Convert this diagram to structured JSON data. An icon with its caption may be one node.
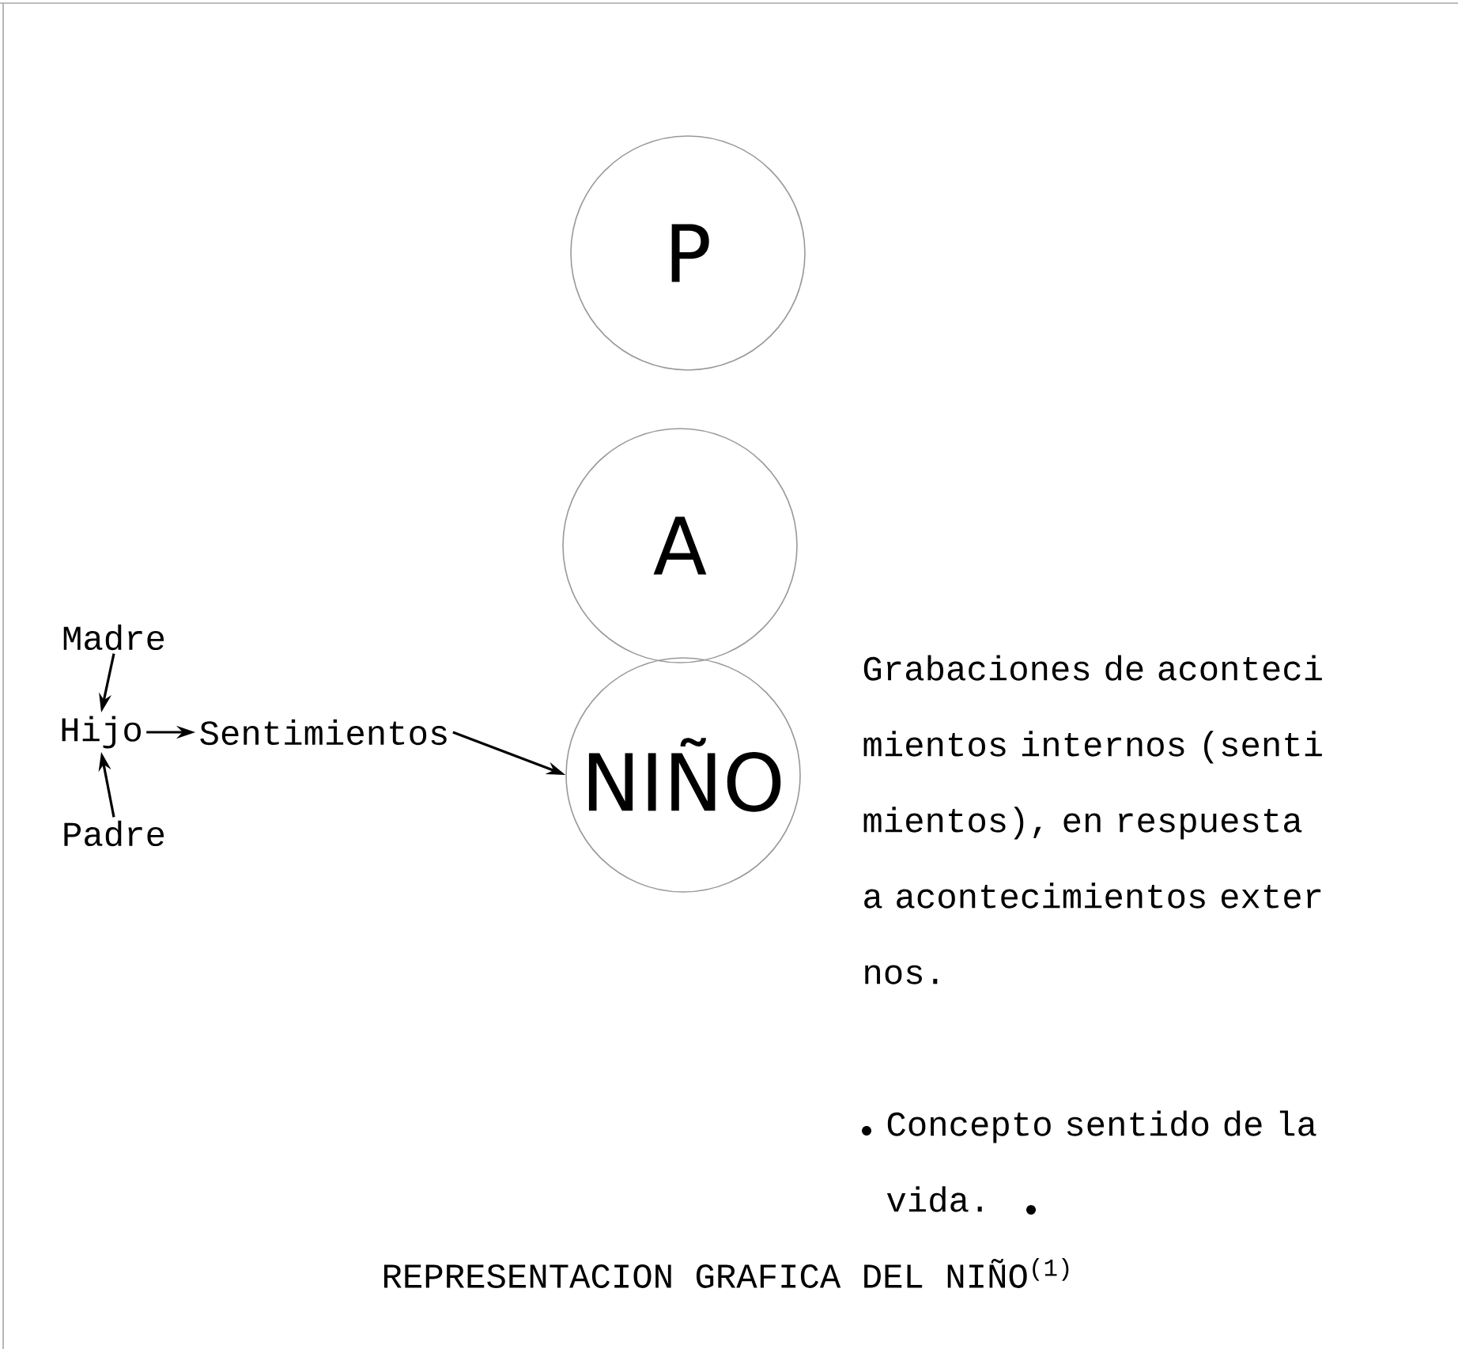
{
  "diagram": {
    "caption": "REPRESENTACION GRAFICA DEL NIÑO$^{(1)}$",
    "nodes": [
      {
        "text": [
          "P"
        ]
      },
      {
        "text": [
          "A"
        ]
      },
      {
        "text": [
          "NIÑO"
        ]
      },
      {
        "text": [
          "Madre"
        ]
      },
      {
        "text": [
          "Hijo"
        ]
      },
      {
        "text": [
          "Padre"
        ]
      },
      {
        "text": [
          "Sentimientos"
        ]
      }
    ],
    "edges": [
      {
        "from": 3,
        "to": 4,
        "arrow": "to"
      },
      {
        "from": 5,
        "to": 4,
        "arrow": "to"
      },
      {
        "from": 4,
        "to": 6,
        "arrow": "to"
      },
      {
        "from": 6,
        "to": 2,
        "arrow": "to"
      }
    ],
    "labels": [
      "Grabaciones de aconteci mientos internos (senti mientos), en respuesta a acontecimientos exter nos.",
      "Concepto sentido de la vida."
    ]
  }
}
